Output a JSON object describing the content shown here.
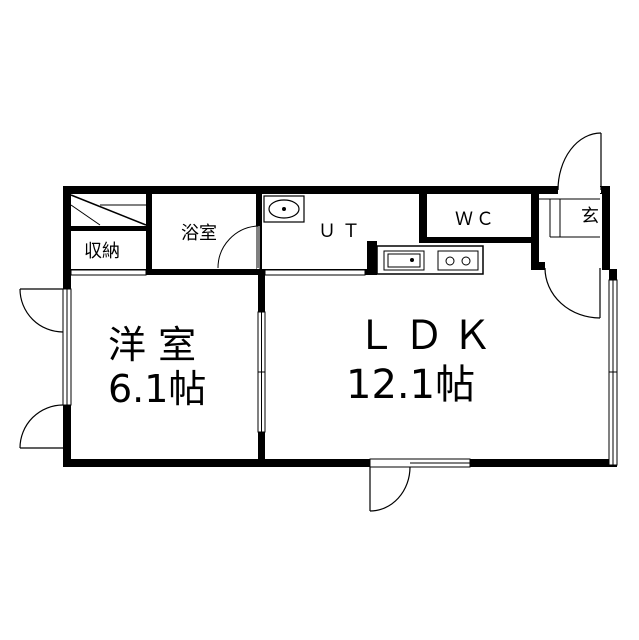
{
  "rooms": {
    "western_room": {
      "name": "洋 室",
      "size": "6.1帖"
    },
    "ldk": {
      "name": "ＬＤＫ",
      "size": "12.1帖"
    },
    "storage": {
      "name": "収納"
    },
    "bath": {
      "name": "浴室"
    },
    "utility": {
      "name": "ＵＴ"
    },
    "toilet": {
      "name": "ＷＣ"
    },
    "entrance": {
      "name": "玄"
    }
  },
  "colors": {
    "wall": "#000000",
    "background": "#ffffff",
    "fixture": "#333333"
  }
}
